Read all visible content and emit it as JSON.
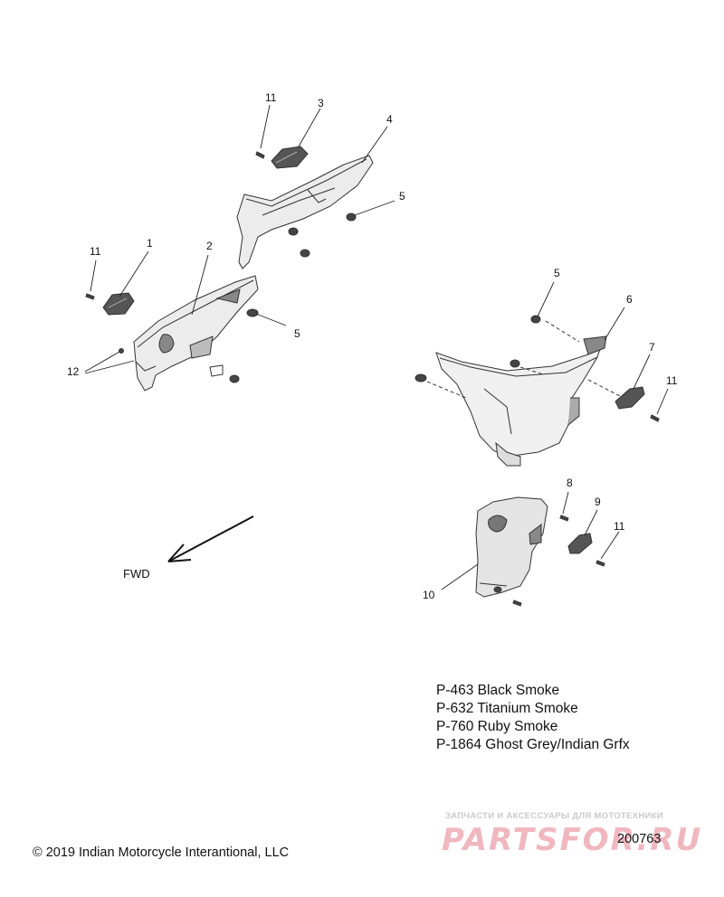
{
  "callouts": {
    "c11a": "11",
    "c3": "3",
    "c4": "4",
    "c5a": "5",
    "c11b": "11",
    "c1": "1",
    "c2": "2",
    "c5b": "5",
    "c12": "12",
    "c5c": "5",
    "c6": "6",
    "c7": "7",
    "c11c": "11",
    "c8": "8",
    "c9": "9",
    "c11d": "11",
    "c10": "10"
  },
  "direction_label": "FWD",
  "color_options": [
    "P-463 Black Smoke",
    "P-632 Titanium Smoke",
    "P-760 Ruby Smoke",
    "P-1864 Ghost Grey/Indian Grfx"
  ],
  "copyright": "© 2019 Indian Motorcycle Interantional, LLC",
  "diagram_id": "200763",
  "watermark": {
    "tagline": "ЗАПЧАСТИ И АКСЕССУАРЫ ДЛЯ МОТОТЕХНИКИ",
    "logo": "PARTSFOR.RU"
  }
}
